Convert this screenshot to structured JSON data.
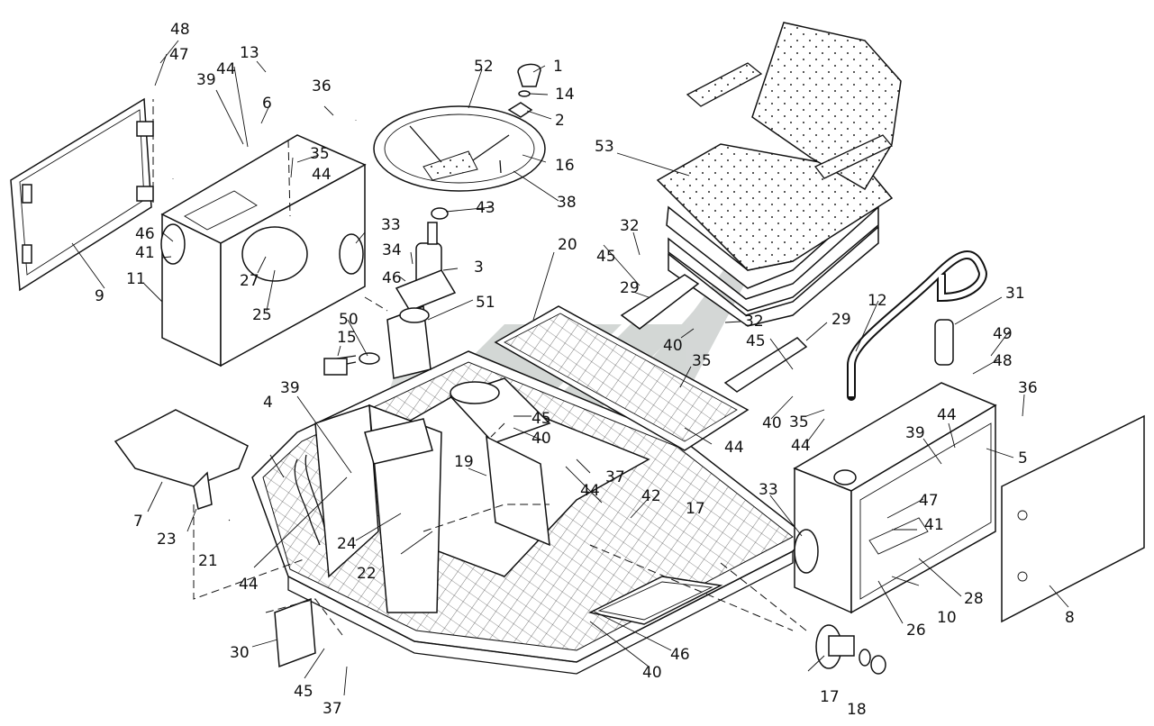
{
  "diagram": {
    "callouts": [
      "1",
      "2",
      "3",
      "4",
      "5",
      "6",
      "7",
      "8",
      "9",
      "10",
      "11",
      "12",
      "13",
      "14",
      "15",
      "16",
      "17",
      "17",
      "18",
      "19",
      "20",
      "21",
      "22",
      "23",
      "24",
      "25",
      "26",
      "27",
      "28",
      "29",
      "29",
      "30",
      "31",
      "32",
      "32",
      "33",
      "33",
      "34",
      "35",
      "35",
      "35",
      "36",
      "36",
      "37",
      "37",
      "38",
      "39",
      "39",
      "39",
      "40",
      "40",
      "40",
      "40",
      "41",
      "41",
      "42",
      "43",
      "44",
      "44",
      "44",
      "44",
      "44",
      "44",
      "44",
      "45",
      "45",
      "45",
      "45",
      "46",
      "46",
      "46",
      "47",
      "47",
      "48",
      "48",
      "49",
      "50",
      "51",
      "52",
      "53"
    ]
  },
  "colors": {
    "line": "#111111",
    "background": "#ffffff",
    "watermark": "#cfd3d1"
  }
}
